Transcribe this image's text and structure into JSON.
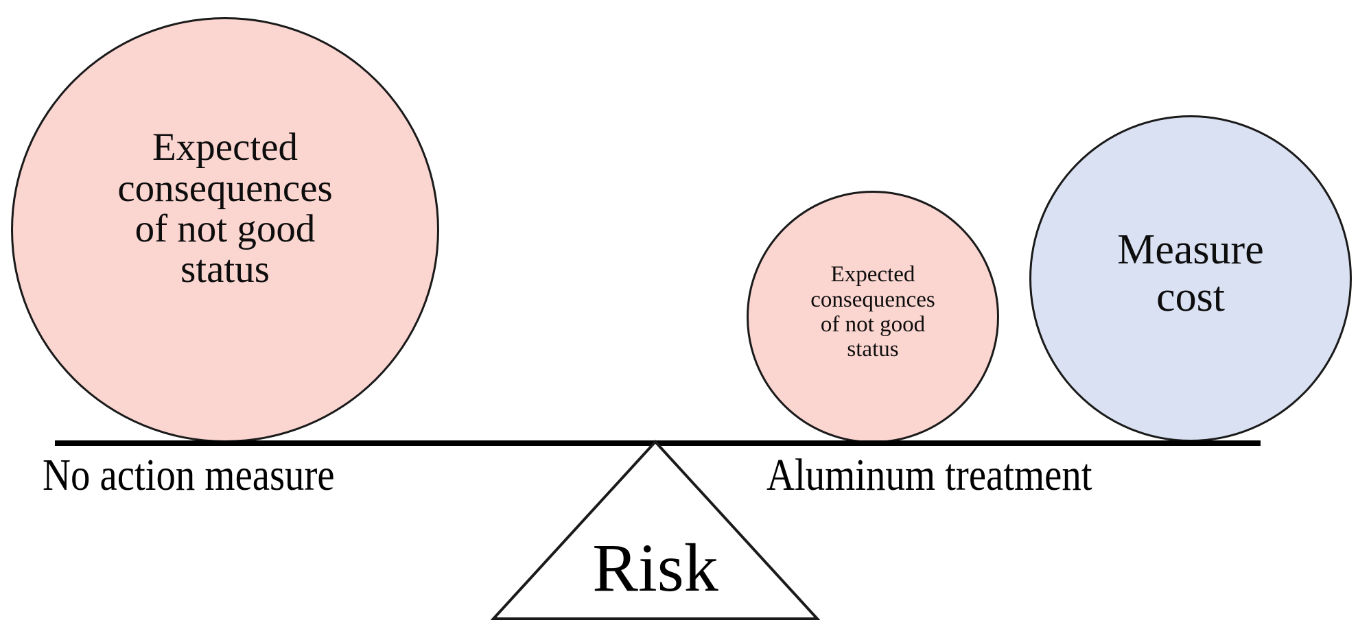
{
  "diagram": {
    "type": "balance-scale-risk-tradeoff",
    "background_color": "#ffffff",
    "fulcrum": {
      "label": "Risk",
      "fill": "#ffffff",
      "stroke": "#1a1a1a"
    },
    "beam": {
      "color": "#000000"
    },
    "pans": [
      {
        "side": "left",
        "label": "No action measure",
        "bubbles": [
          {
            "id": "expected-consequences-large",
            "text": "Expected\nconsequences\nof not good\nstatus",
            "fill": "#fbd5d0",
            "stroke": "#1a1a1a",
            "relative_size": "large"
          }
        ]
      },
      {
        "side": "right",
        "label": "Aluminum treatment",
        "bubbles": [
          {
            "id": "expected-consequences-small",
            "text": "Expected\nconsequences\nof not good\nstatus",
            "fill": "#fbd5d0",
            "stroke": "#1a1a1a",
            "relative_size": "small"
          },
          {
            "id": "measure-cost",
            "text": "Measure\ncost",
            "fill": "#d9e1f2",
            "stroke": "#1a1a1a",
            "relative_size": "medium"
          }
        ]
      }
    ]
  },
  "colors": {
    "pink": "#fbd5d0",
    "blue": "#d9e1f2",
    "outline": "#1a1a1a",
    "text": "#0d0d0d"
  }
}
